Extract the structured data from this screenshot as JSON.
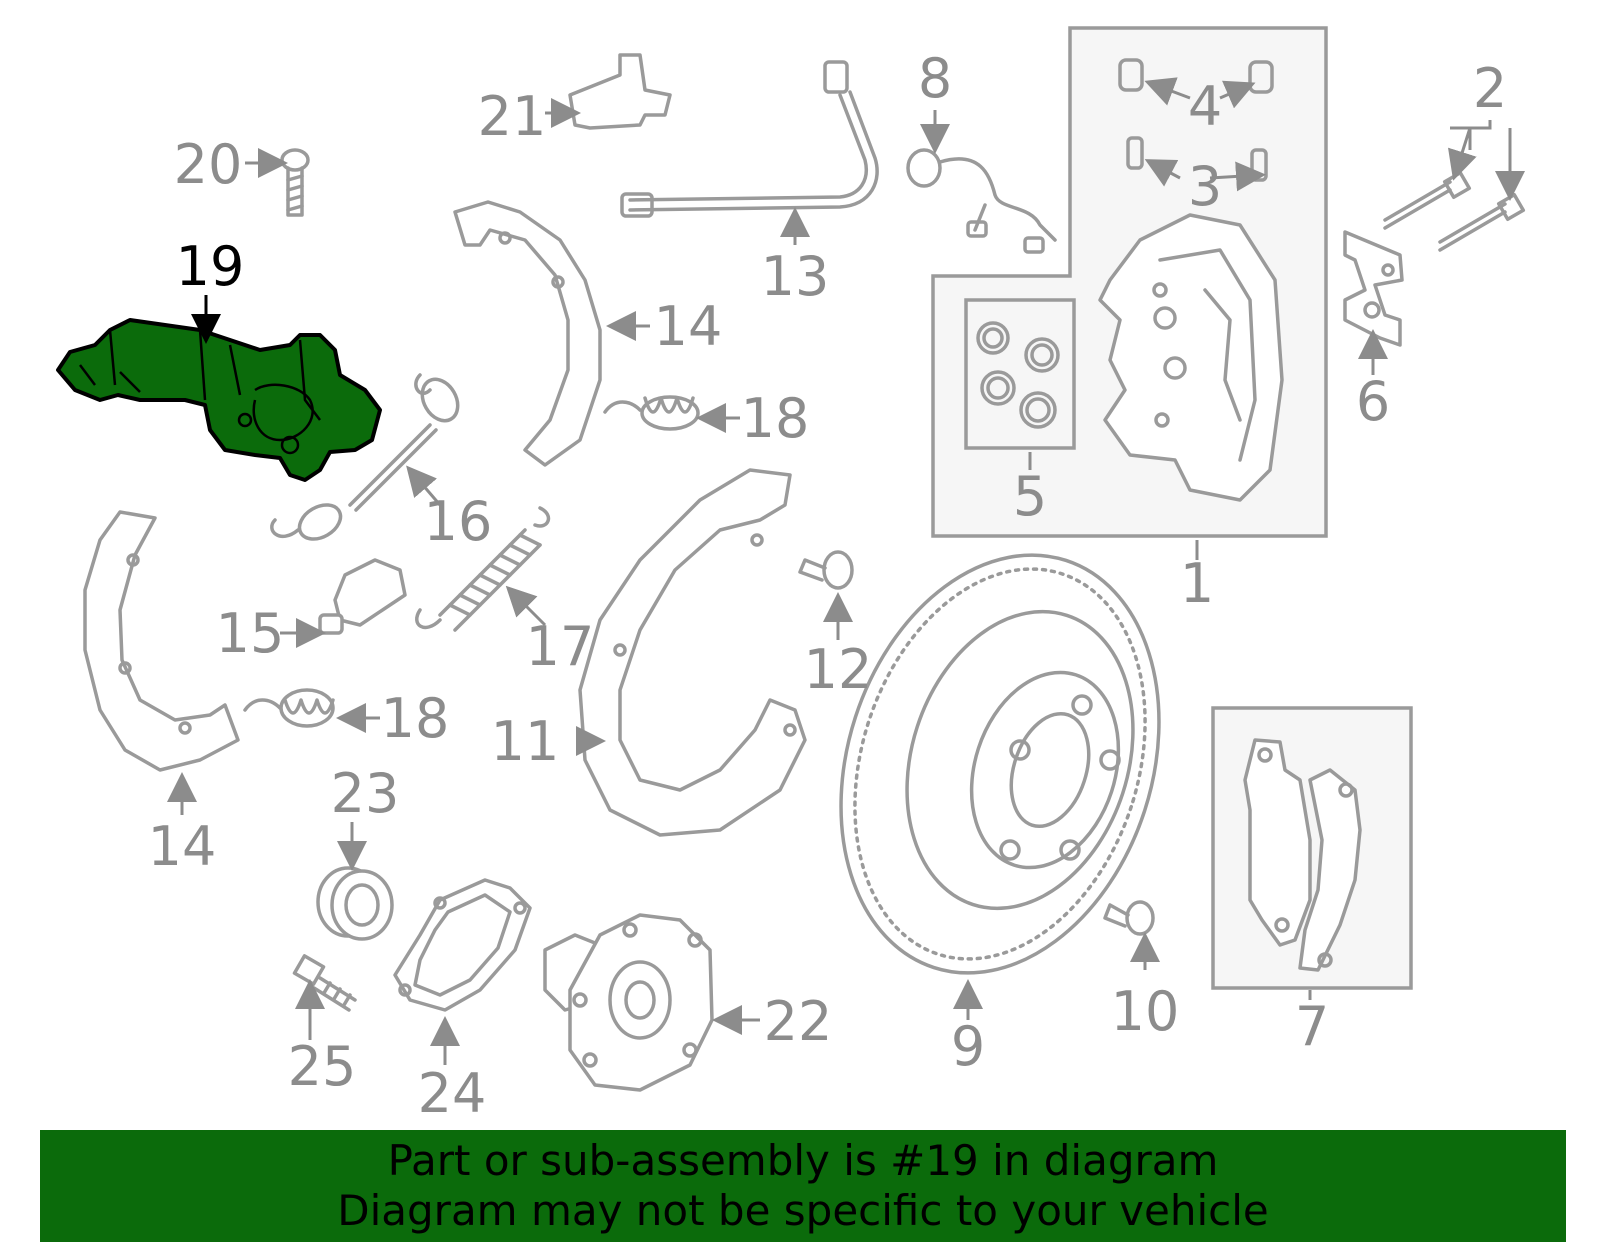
{
  "diagram": {
    "highlighted_part": "19",
    "callouts": [
      "1",
      "2",
      "3",
      "4",
      "5",
      "6",
      "7",
      "8",
      "9",
      "10",
      "11",
      "12",
      "13",
      "14",
      "14",
      "15",
      "16",
      "17",
      "18",
      "18",
      "19",
      "20",
      "21",
      "22",
      "23",
      "24",
      "25"
    ]
  },
  "banner": {
    "line1": "Part or sub-assembly is #19 in diagram",
    "line2": "Diagram may not be specific to your vehicle"
  },
  "colors": {
    "highlight": "#0b6b0b",
    "part_stroke": "#9a9a9a",
    "callout_text": "#8c8c8c"
  }
}
